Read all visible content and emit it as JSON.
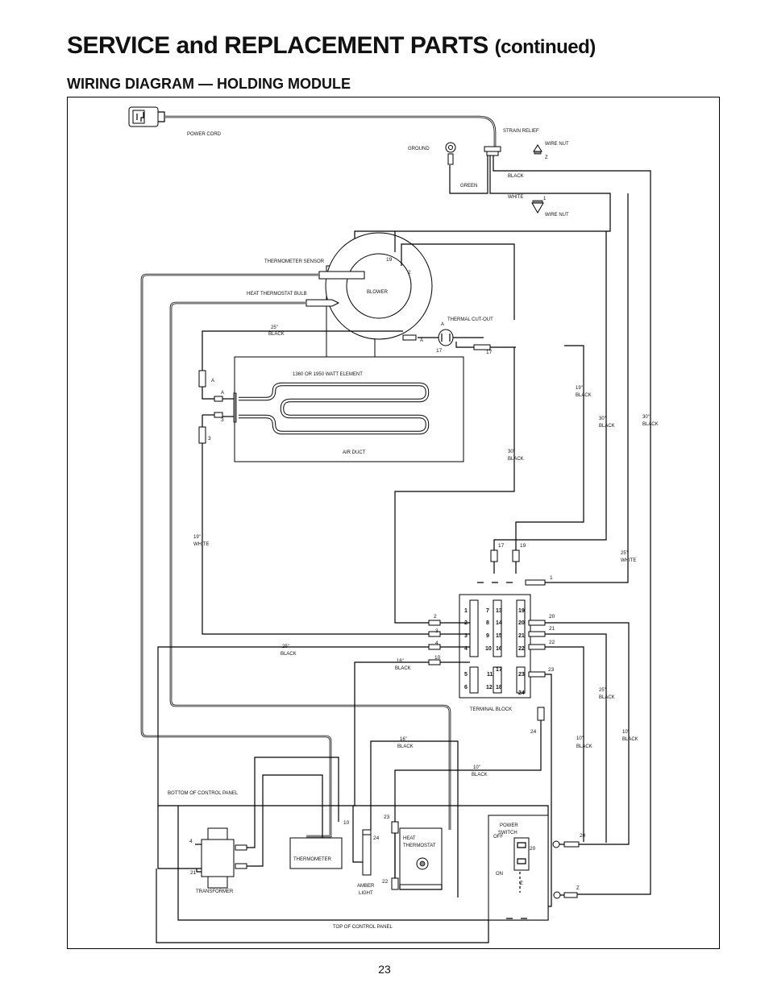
{
  "header": {
    "title_main": "SERVICE and REPLACEMENT PARTS",
    "title_suffix": "(continued)",
    "subtitle": "WIRING DIAGRAM — HOLDING MODULE"
  },
  "page_number": "23",
  "labels": {
    "power_cord": "POWER CORD",
    "strain_relief": "STRAIN RELIEF",
    "ground": "GROUND",
    "wire_nut_top": "WIRE NUT",
    "wire_nut_bottom": "WIRE NUT",
    "black": "BLACK",
    "white": "WHITE",
    "green": "GREEN",
    "thermometer_sensor": "THERMOMETER SENSOR",
    "heat_thermostat_bulb": "HEAT THERMOSTAT BULB",
    "blower": "BLOWER",
    "thermal_cutout": "THERMAL CUT-OUT",
    "element": "1360 OR 1950  WATT ELEMENT",
    "air_duct": "AIR DUCT",
    "terminal_block": "TERMINAL BLOCK",
    "bottom_of_control_panel": "BOTTOM OF CONTROL PANEL",
    "top_of_control_panel": "TOP OF CONTROL PANEL",
    "transformer": "TRANSFORMER",
    "thermometer": "THERMOMETER",
    "amber": "AMBER",
    "light": "LIGHT",
    "heat": "HEAT",
    "thermostat": "THERMOSTAT",
    "power": "POWER",
    "switch": "SWITCH",
    "off": "OFF",
    "on": "ON"
  },
  "wire_lengths": {
    "l25": "25\"",
    "l19": "19\"",
    "l30": "30\"",
    "l16": "16\"",
    "l10": "10\""
  },
  "terminals": {
    "col1": [
      "1",
      "2",
      "3",
      "4"
    ],
    "col2": [
      "7",
      "8",
      "9",
      "10"
    ],
    "col3": [
      "13",
      "14",
      "15",
      "16"
    ],
    "col4": [
      "19",
      "20",
      "21",
      "22"
    ],
    "low_col1": [
      "5",
      "6"
    ],
    "low_col2": [
      "11",
      "12"
    ],
    "low_col3": [
      "17",
      "18"
    ],
    "low_col4": [
      "23",
      "24"
    ]
  },
  "wire_numbers": {
    "n1": "1",
    "n2": "2",
    "n3": "3",
    "n4": "4",
    "n10": "10",
    "n17": "17",
    "n19": "19",
    "n20": "20",
    "n21": "21",
    "n22": "22",
    "n23": "23",
    "n24": "24",
    "a": "A",
    "z": "Z"
  }
}
